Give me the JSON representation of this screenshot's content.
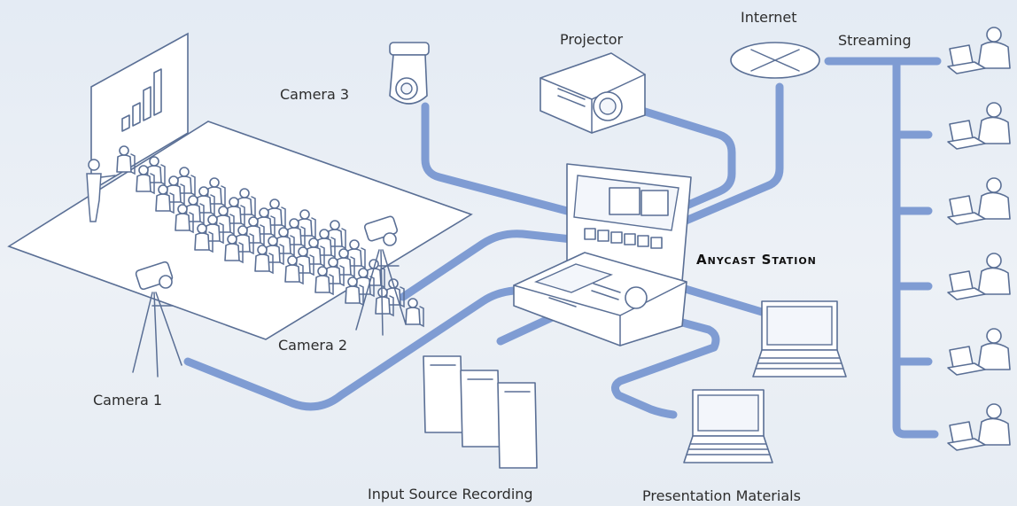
{
  "labels": {
    "camera1": "Camera 1",
    "camera2": "Camera 2",
    "camera3": "Camera 3",
    "projector": "Projector",
    "internet": "Internet",
    "streaming": "Streaming",
    "station": "Anycast Station",
    "recording": "Input Source Recording",
    "presentation": "Presentation Materials"
  },
  "colors": {
    "background": "#e8eef5",
    "cable": "#7f9cd3",
    "outline": "#5a6f95",
    "fill": "#ffffff"
  },
  "icons": [
    "camera-icon",
    "ptz-camera-icon",
    "projector-icon",
    "internet-globe-icon",
    "laptop-icon",
    "viewer-person-icon",
    "storage-drive-icon",
    "switcher-console-icon"
  ],
  "viewer_count": 6,
  "audience_count": 40
}
